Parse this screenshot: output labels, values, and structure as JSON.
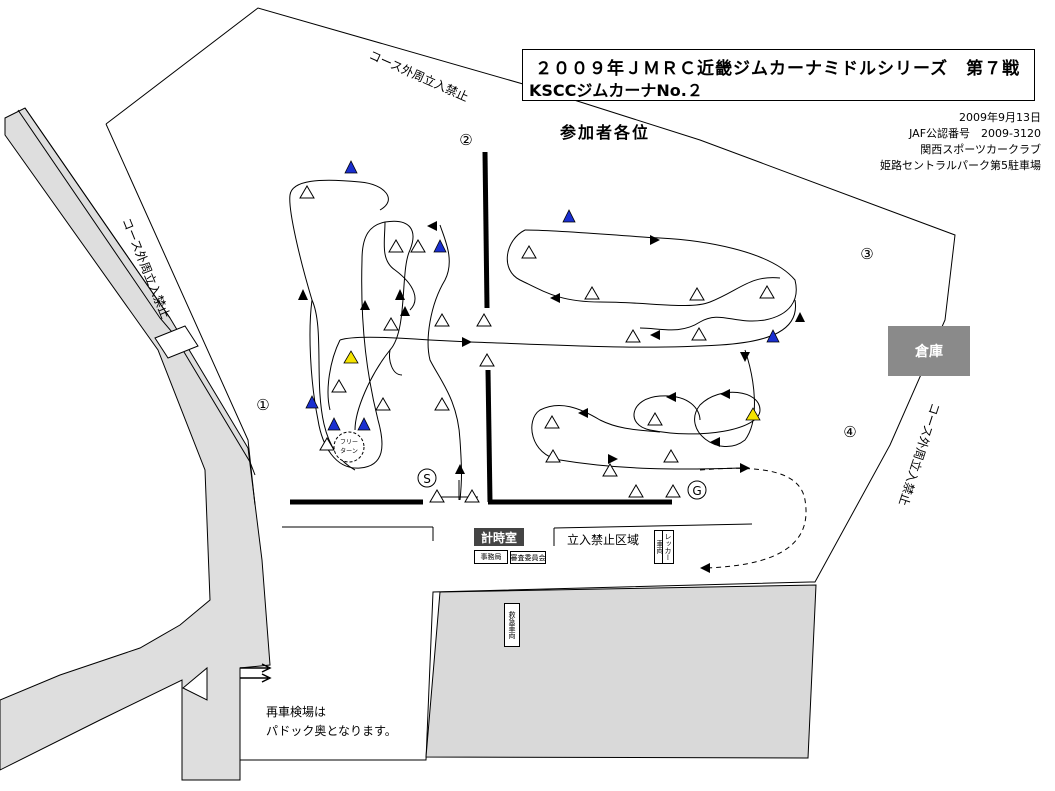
{
  "title": {
    "line1": "２００９年ＪＭＲＣ近畿ジムカーナミドルシリーズ　第７戦",
    "line2": "KSCCジムカーナNo.２"
  },
  "info": {
    "date": "2009年9月13日",
    "jaf": "JAF公認番号　2009-3120",
    "club": "関西スポーツカークラブ",
    "venue": "姫路セントラルパーク第5駐車場"
  },
  "attention": "参加者各位",
  "no_entry_label": "コース外周立入禁止",
  "no_entry_zone": "立入禁止区域",
  "warehouse": "倉庫",
  "timing_room": "計時室",
  "office": "事務局",
  "steward": "審査委員会",
  "wrecker": "レッカー",
  "ambulance": "救急車両",
  "vehicle": "車両",
  "free_turn": [
    "フリー",
    "ターン"
  ],
  "start": "S",
  "goal": "G",
  "markers": [
    "①",
    "②",
    "③",
    "④"
  ],
  "note": [
    "再車検場は",
    "パドック奥となります。"
  ],
  "colors": {
    "blue_cone": "#1a2fd0",
    "yellow_cone": "#f5e400",
    "paddock": "#d9d9d9",
    "road": "#dcdcdc",
    "warehouse": "#8a8a8a"
  },
  "icons": [
    "pylon-icon",
    "blue-pylon-icon",
    "yellow-pylon-icon",
    "arrow-icon"
  ]
}
